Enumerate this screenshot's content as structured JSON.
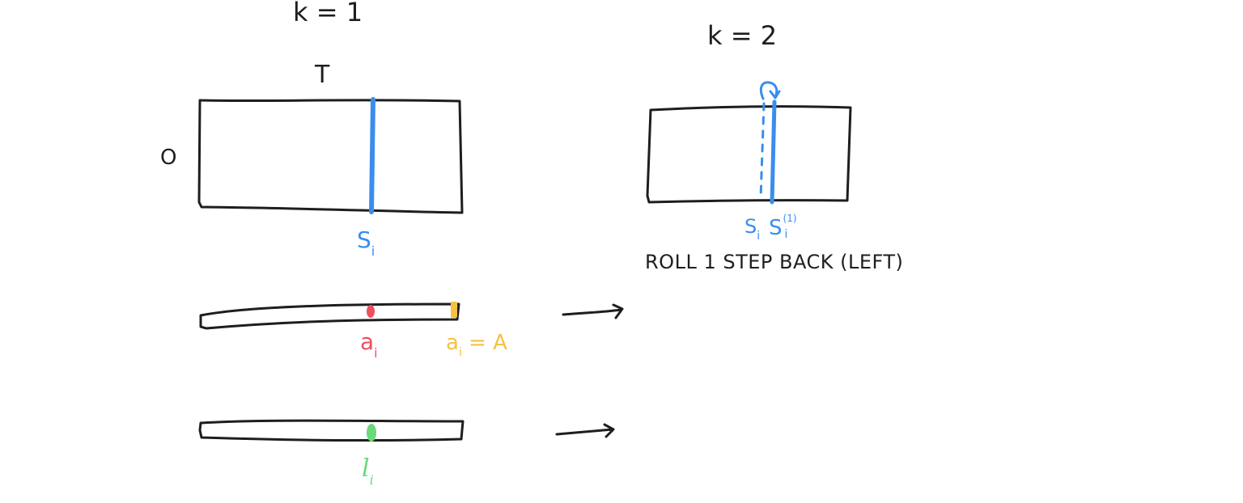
{
  "colors": {
    "ink": "#1e1e1e",
    "blue": "#3b8ded",
    "red": "#f04e5e",
    "yellow": "#f5c142",
    "green": "#69d97a"
  },
  "panel_k1": {
    "k_label": "k = 1",
    "t_label": "T",
    "o_label": "O",
    "s_label": "S",
    "s_sub": "i",
    "a_label": "a",
    "a_sub": "i",
    "a_eq_label": "a",
    "a_eq_sub": "i",
    "a_eq_rest": " = A",
    "l_label": "l",
    "l_sub": "i"
  },
  "panel_k2": {
    "k_label": "k = 2",
    "s_label": "S",
    "s_sub": "i",
    "s_prime_label": "S",
    "s_prime_sub": "i",
    "s_prime_sup": "(1)",
    "caption": "ROLL 1 STEP BACK (LEFT)"
  }
}
